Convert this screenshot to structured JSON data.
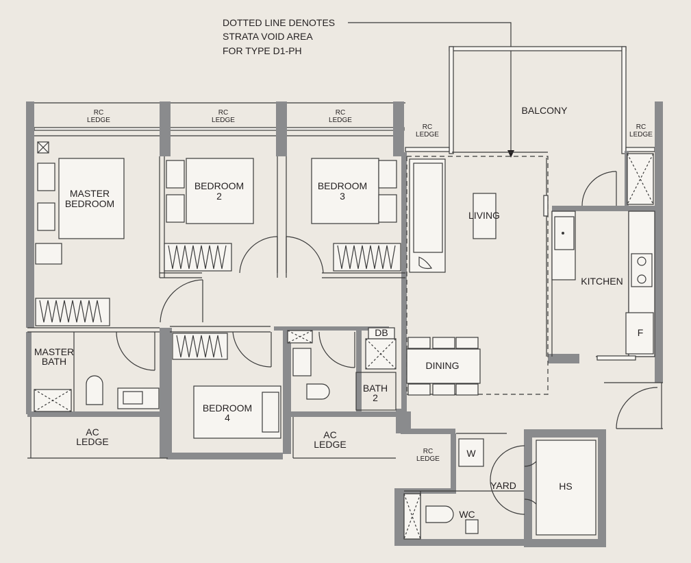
{
  "note": {
    "line1": "DOTTED LINE DENOTES",
    "line2": "STRATA VOID AREA",
    "line3": "FOR TYPE D1-PH"
  },
  "rooms": {
    "master_bedroom": [
      "MASTER",
      "BEDROOM"
    ],
    "bedroom2": [
      "BEDROOM",
      "2"
    ],
    "bedroom3": [
      "BEDROOM",
      "3"
    ],
    "bedroom4": [
      "BEDROOM",
      "4"
    ],
    "master_bath": [
      "MASTER",
      "BATH"
    ],
    "bath2": [
      "BATH",
      "2"
    ],
    "living": "LIVING",
    "dining": "DINING",
    "kitchen": "KITCHEN",
    "balcony": "BALCONY",
    "yard": "YARD",
    "wc": "WC",
    "hs": "HS",
    "db": "DB",
    "washer": "W",
    "fridge": "F"
  },
  "ledges": {
    "rc": [
      "RC",
      "LEDGE"
    ],
    "ac": [
      "AC",
      "LEDGE"
    ]
  }
}
